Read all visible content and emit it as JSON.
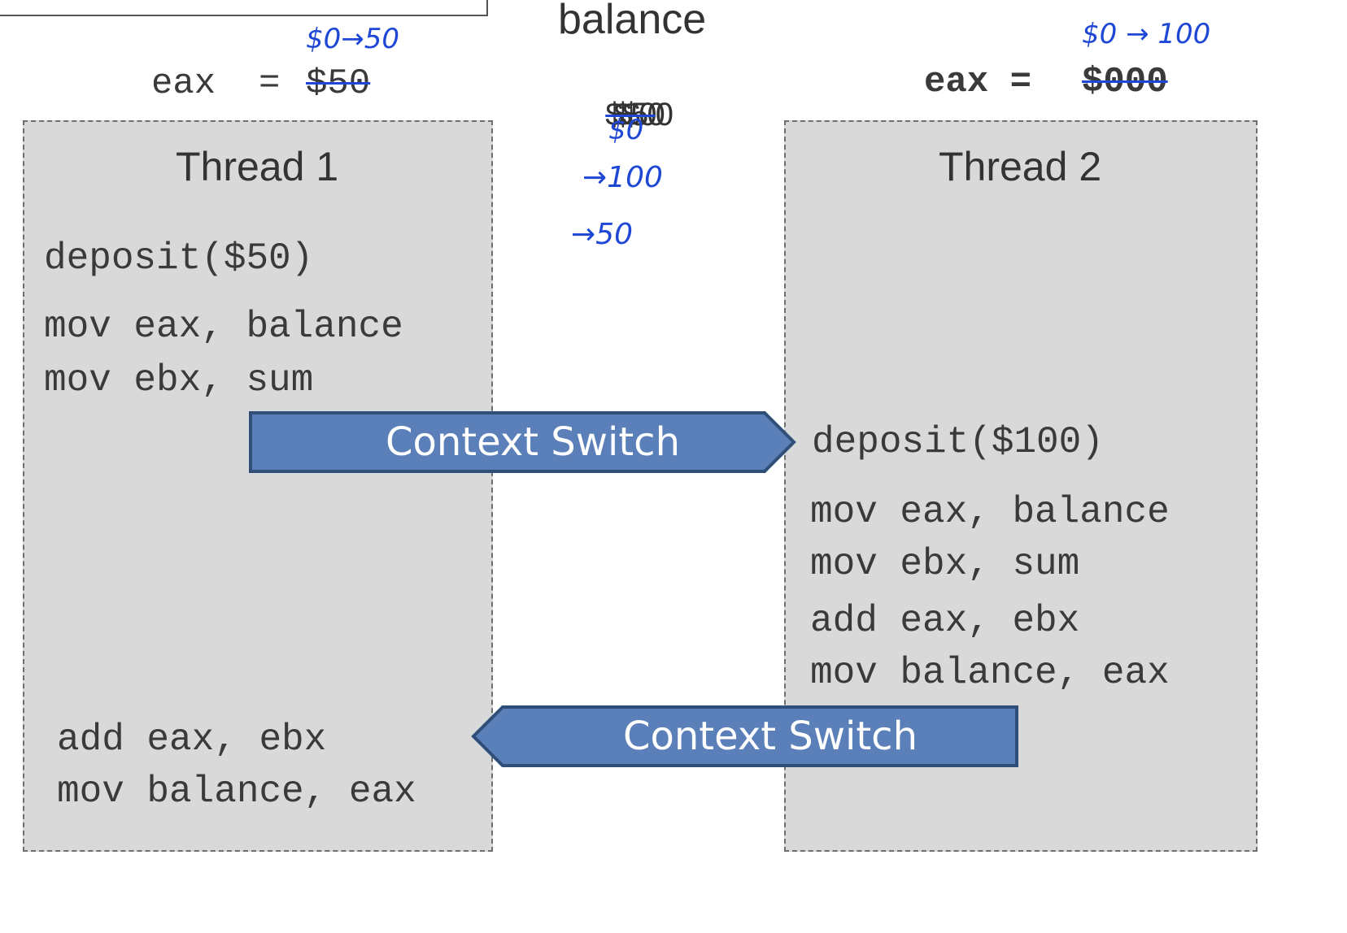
{
  "top": {
    "balance_label": "balance",
    "balance_scribble": "$$$500",
    "balance_tail": "0"
  },
  "thread1": {
    "eax_label": "eax  = ",
    "eax_value": "$50",
    "eax_annotation": "$0→50",
    "title": "Thread 1",
    "lines": [
      "deposit($50)",
      "mov eax, balance",
      "mov ebx, sum",
      "add eax, ebx",
      "mov balance, eax"
    ]
  },
  "thread2": {
    "eax_label": "eax = ",
    "eax_value": "$000",
    "eax_annotation": "$0 → 100",
    "title": "Thread 2",
    "lines": [
      "deposit($100)",
      "mov eax, balance",
      "mov ebx, sum",
      "add eax, ebx",
      "mov balance, eax"
    ]
  },
  "balance_history": [
    "$0",
    "→100",
    "→50"
  ],
  "context_switch": {
    "forward_label": "Context Switch",
    "backward_label": "Context Switch"
  },
  "colors": {
    "arrow_fill": "#5a7fb9",
    "arrow_border": "#2f4e78",
    "thread_bg": "#d9d9d9",
    "handwriting": "#1f47d6"
  }
}
